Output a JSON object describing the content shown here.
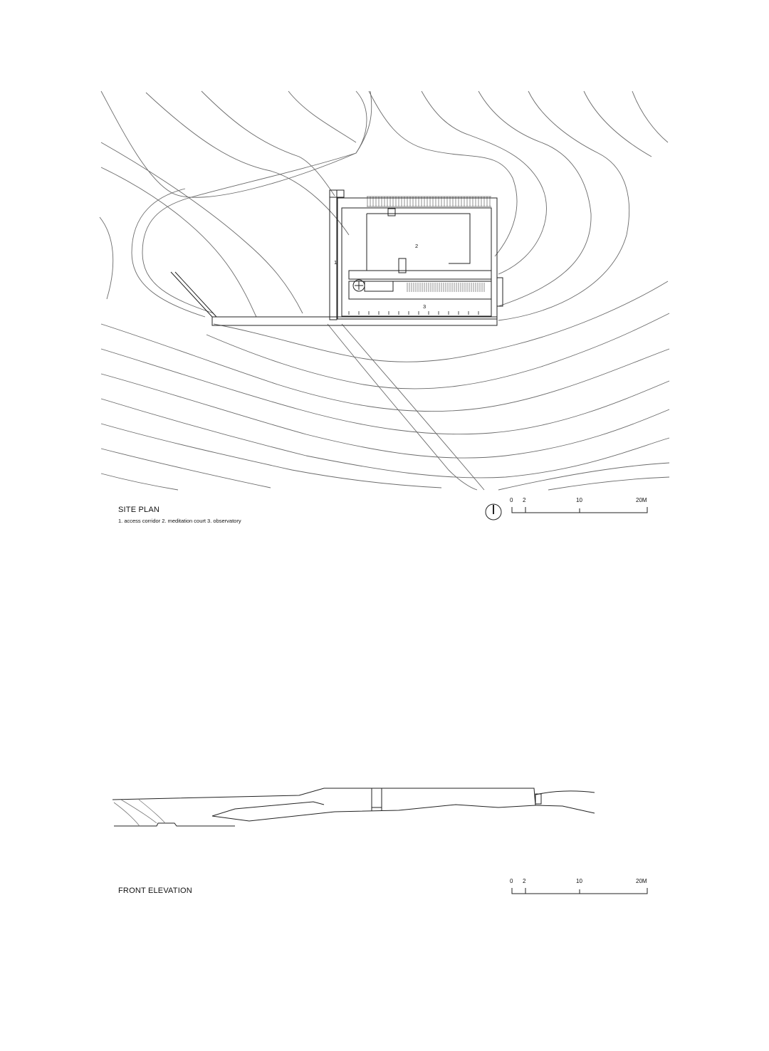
{
  "site_plan": {
    "title": "SITE PLAN",
    "legend": "1. access corridor  2. meditation court  3. observatory",
    "callouts": [
      "1",
      "2",
      "3"
    ]
  },
  "front_elevation": {
    "title": "FRONT ELEVATION"
  },
  "scale_bar": {
    "ticks": [
      "0",
      "2",
      "10",
      "20M"
    ]
  },
  "icons": {
    "north_arrow": "north-arrow-icon"
  },
  "colors": {
    "line": "#555555",
    "ink": "#222222",
    "background": "#ffffff"
  }
}
